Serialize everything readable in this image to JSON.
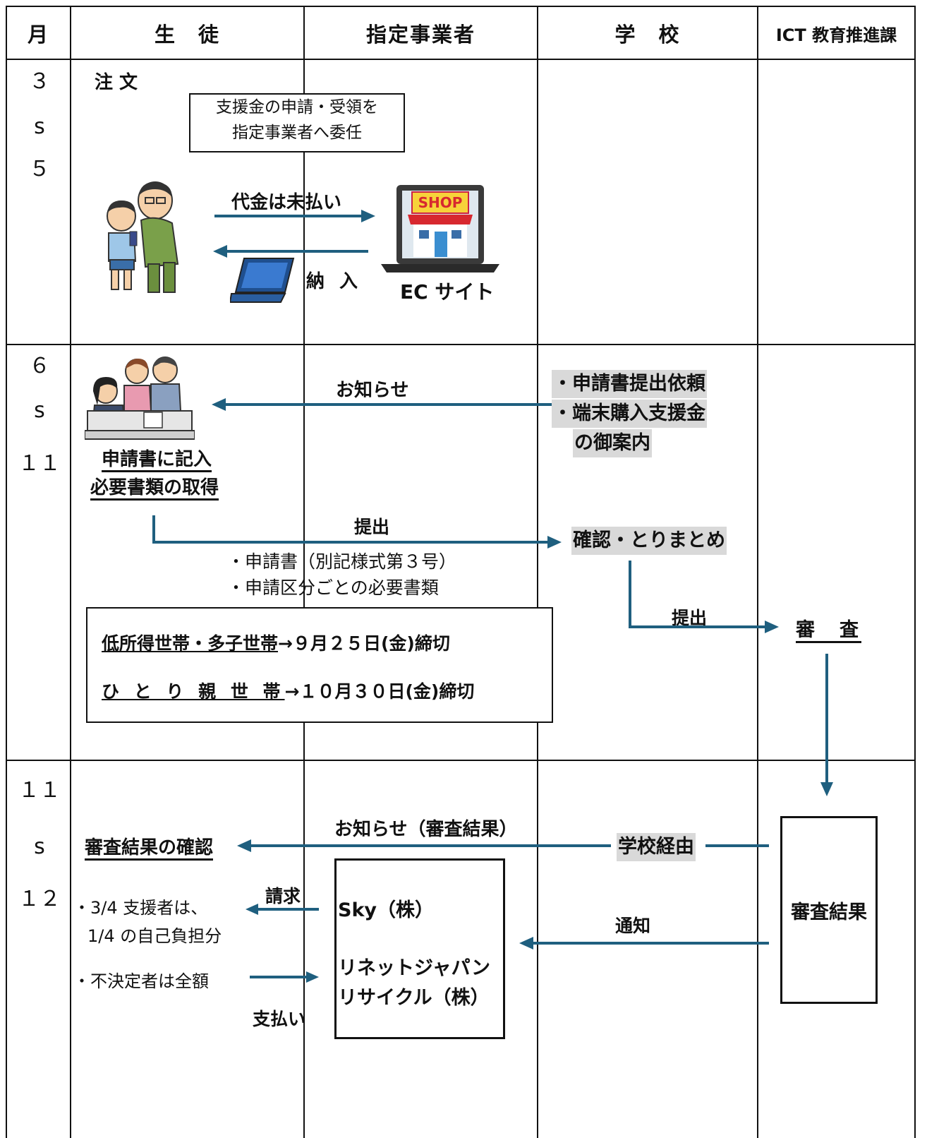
{
  "header": {
    "month": "月",
    "student": "生　徒",
    "vendor": "指定事業者",
    "school": "学　校",
    "ict": "ICT 教育推進課"
  },
  "months": {
    "row1": [
      "３",
      "ꜱ",
      "５"
    ],
    "row2": [
      "６",
      "ꜱ",
      "１１"
    ],
    "row3": [
      "１１",
      "ꜱ",
      "１２"
    ]
  },
  "row1": {
    "order_label": "注 文",
    "delegate_box_line1": "支援金の申請・受領を",
    "delegate_box_line2": "指定事業者へ委任",
    "unpaid_label": "代金は未払い",
    "delivery_label": "納 入",
    "ec_site_label": "EC サイト",
    "shop_sign": "SHOP"
  },
  "row2": {
    "notice_label": "お知らせ",
    "school_request_1": "・申請書提出依頼",
    "school_request_2": "・端末購入支援金",
    "school_request_3": "の御案内",
    "fill_form": "申請書に記入",
    "get_documents": "必要書類の取得",
    "submit_label_1": "提出",
    "check_compile": "確認・とりまとめ",
    "doc_item_1": "・申請書（別記様式第３号）",
    "doc_item_2": "・申請区分ごとの必要書類",
    "submit_label_2": "提出",
    "review": "審　査",
    "deadline_1_group": "低所得世帯・多子世帯",
    "deadline_1_date": "→９月２５日(金)締切",
    "deadline_2_group": "ひ と り 親 世 帯",
    "deadline_2_date": "→１０月３０日(金)締切"
  },
  "row3": {
    "notice_result": "お知らせ（審査結果）",
    "check_result": "審査結果の確認",
    "via_school": "学校経由",
    "billing_label": "請求",
    "payment_label": "支払い",
    "notify_label": "通知",
    "support_line1": "・3/4 支援者は、",
    "support_line2": "1/4 の自己負担分",
    "undecided": "・不決定者は全額",
    "vendor_1": "Sky（株）",
    "vendor_2a": "リネットジャパン",
    "vendor_2b": "リサイクル（株）",
    "result_box": "審査結果"
  },
  "colors": {
    "arrow": "#1f5f7f",
    "shade": "#d9d9d9",
    "grid": "#111111"
  }
}
